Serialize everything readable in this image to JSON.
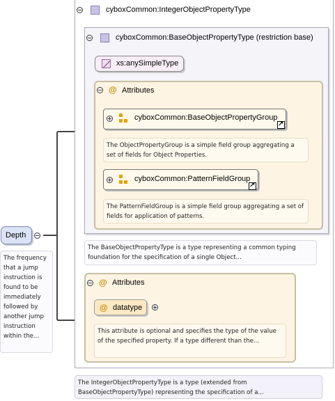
{
  "depth": {
    "label": "Depth",
    "doc": "The frequency that a jump instruction is found to be immediately followed by another jump instruction within the..."
  },
  "outer_type": {
    "name": "cyboxCommon:IntegerObjectPropertyType",
    "doc": "The IntegerObjectPropertyType is a type (extended from BaseObjectPropertyType) representing the specification of a..."
  },
  "base_type": {
    "name": "cyboxCommon:BaseObjectPropertyType (restriction base)",
    "simple_type": "xs:anySimpleType",
    "doc": "The BaseObjectPropertyType is a type representing a common typing foundation for the specification of a single Object...",
    "attributes_label": "Attributes",
    "groups": [
      {
        "name": "cyboxCommon:BaseObjectPropertyGroup",
        "doc": "The ObjectPropertyGroup is a simple field group aggregating a set of fields for Object Properties."
      },
      {
        "name": "cyboxCommon:PatternFieldGroup",
        "doc": "The PatternFieldGroup is a simple field group aggregating a set of fields for application of patterns."
      }
    ]
  },
  "ext_attributes": {
    "label": "Attributes",
    "attribute": {
      "name": "datatype",
      "doc": "This attribute is optional and specifies the type of the value of the specified property. If a type different than the..."
    }
  }
}
